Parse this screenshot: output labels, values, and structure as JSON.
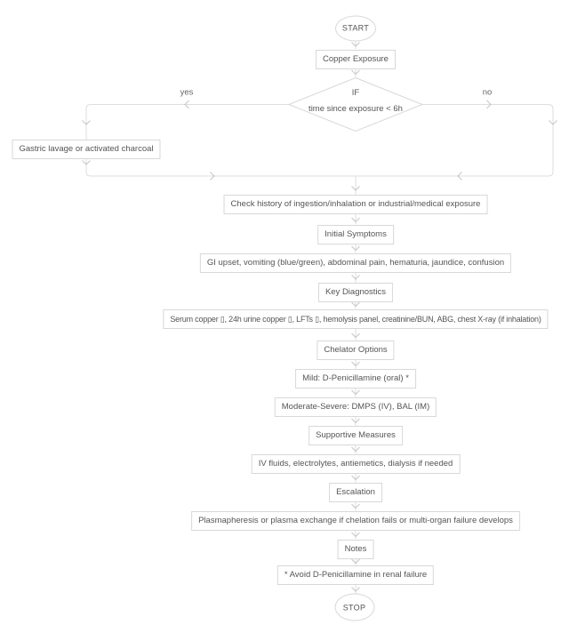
{
  "flowchart": {
    "nodes": {
      "start": "START",
      "copper_exposure": "Copper Exposure",
      "decision": {
        "line1": "IF",
        "line2": "time since exposure < 6h"
      },
      "gastric_lavage": "Gastric lavage or activated charcoal",
      "check_history": "Check history of ingestion/inhalation or industrial/medical exposure",
      "initial_symptoms": "Initial Symptoms",
      "gi_symptoms": "GI upset, vomiting (blue/green), abdominal pain, hematuria, jaundice, confusion",
      "key_diagnostics": "Key Diagnostics",
      "diagnostics_detail": "Serum copper ▯, 24h urine copper ▯, LFTs ▯, hemolysis panel, creatinine/BUN, ABG, chest X-ray (if inhalation)",
      "chelator_options": "Chelator Options",
      "mild_chelation": "Mild: D-Penicillamine (oral) *",
      "moderate_severe_chelation": "Moderate-Severe: DMPS (IV), BAL (IM)",
      "supportive_measures": "Supportive Measures",
      "supportive_detail": "IV fluids, electrolytes, antiemetics, dialysis if needed",
      "escalation": "Escalation",
      "escalation_detail": "Plasmapheresis or plasma exchange if chelation fails or multi-organ failure develops",
      "notes": "Notes",
      "notes_detail": "* Avoid D-Penicillamine in renal failure",
      "stop": "STOP"
    },
    "edge_labels": {
      "yes": "yes",
      "no": "no"
    },
    "colors": {
      "background": "#ffffff",
      "node_border": "#d8d8d8",
      "node_fill": "#ffffff",
      "edge_line": "#dedede",
      "arrowhead": "#c6c6c6",
      "node_text": "#555555",
      "edge_label_text": "#666666"
    }
  }
}
